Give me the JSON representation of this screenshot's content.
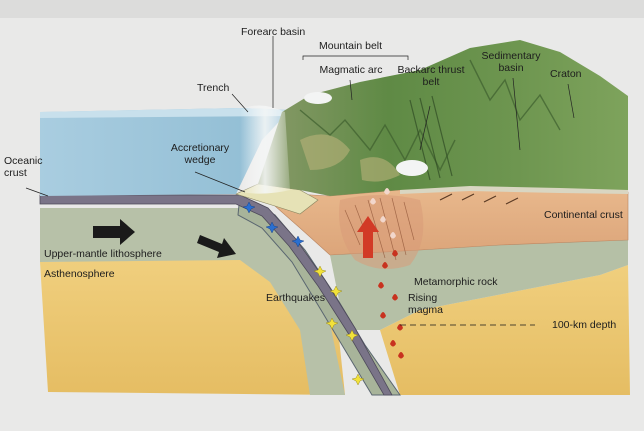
{
  "labels": {
    "forearc_basin": "Forearc basin",
    "mountain_belt": "Mountain belt",
    "magmatic_arc": "Magmatic arc",
    "backarc_thrust_belt": "Backarc thrust belt",
    "sedimentary_basin": "Sedimentary basin",
    "craton": "Craton",
    "trench": "Trench",
    "oceanic_crust": "Oceanic crust",
    "accretionary_wedge": "Accretionary wedge",
    "continental_crust": "Continental crust",
    "upper_mantle_lithosphere": "Upper-mantle lithosphere",
    "asthenosphere": "Asthenosphere",
    "earthquakes": "Earthquakes",
    "metamorphic_rock": "Metamorphic rock",
    "rising_magma": "Rising magma",
    "depth_100km": "100-km depth"
  },
  "colors": {
    "ocean": "#9ec5d8",
    "ocean_top": "#b8d7e6",
    "oceanic_crust": "#7a7488",
    "mantle_lithosphere": "#b4bfa7",
    "asthenosphere": "#ecc874",
    "continental_crust": "#e6b58a",
    "land_green": "#6f9a55",
    "magma": "#c8321f"
  }
}
